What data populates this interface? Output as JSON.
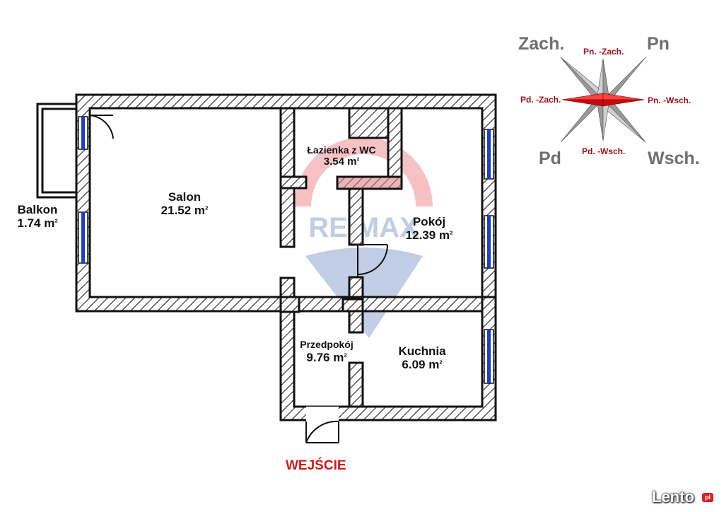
{
  "rooms": {
    "salon": {
      "name": "Salon",
      "area": "21.52 m",
      "sup": "2"
    },
    "lazienka": {
      "name": "Łazienka z WC",
      "area": "3.54 m",
      "sup": "2"
    },
    "pokoj": {
      "name": "Pokój",
      "area": "12.39 m",
      "sup": "2"
    },
    "balkon": {
      "name": "Balkon",
      "area": "1.74 m",
      "sup": "2"
    },
    "przedpokoj": {
      "name": "Przedpokój",
      "area": "9.76 m",
      "sup": "2"
    },
    "kuchnia": {
      "name": "Kuchnia",
      "area": "6.09 m",
      "sup": "2"
    }
  },
  "entrance": "WEJŚCIE",
  "compass": {
    "zach": "Zach.",
    "pn": "Pn",
    "pd": "Pd",
    "wsch": "Wsch.",
    "pn_zach": "Pn. -Zach.",
    "pd_zach": "Pd. -Zach.",
    "pn_wsch": "Pn. -Wsch.",
    "pd_wsch": "Pd. -Wsch."
  },
  "watermark": {
    "text": "RE/MAX"
  },
  "branding": {
    "name": "Lento",
    "badge": "pl"
  },
  "colors": {
    "wall_stroke": "#111111",
    "window": "#1c3bd1",
    "highlight_wall": "#e0a2a6",
    "compass_red": "#d40d12",
    "compass_grey": "#9a9a9a",
    "watermark_red": "#e3232b",
    "watermark_blue": "#1f4fa3"
  }
}
